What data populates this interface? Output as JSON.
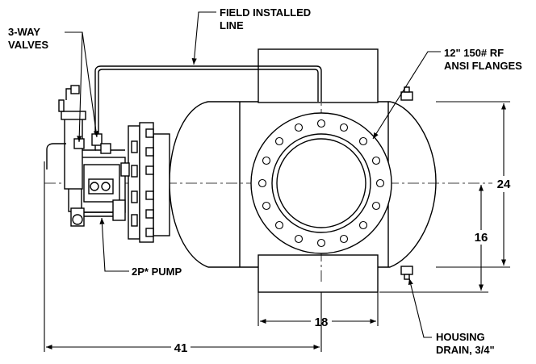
{
  "labels": {
    "three_way_line1": "3-WAY",
    "three_way_line2": "VALVES",
    "field_line1": "FIELD INSTALLED",
    "field_line2": "LINE",
    "flanges_line1": "12\" 150# RF",
    "flanges_line2": "ANSI FLANGES",
    "pump": "2P* PUMP",
    "drain_line1": "HOUSING",
    "drain_line2": "DRAIN, 3/4\""
  },
  "dimensions": {
    "height_total": "24",
    "height_center": "16",
    "flange_width": "18",
    "overall_length": "41"
  },
  "colors": {
    "line": "#000000",
    "background": "#ffffff"
  }
}
